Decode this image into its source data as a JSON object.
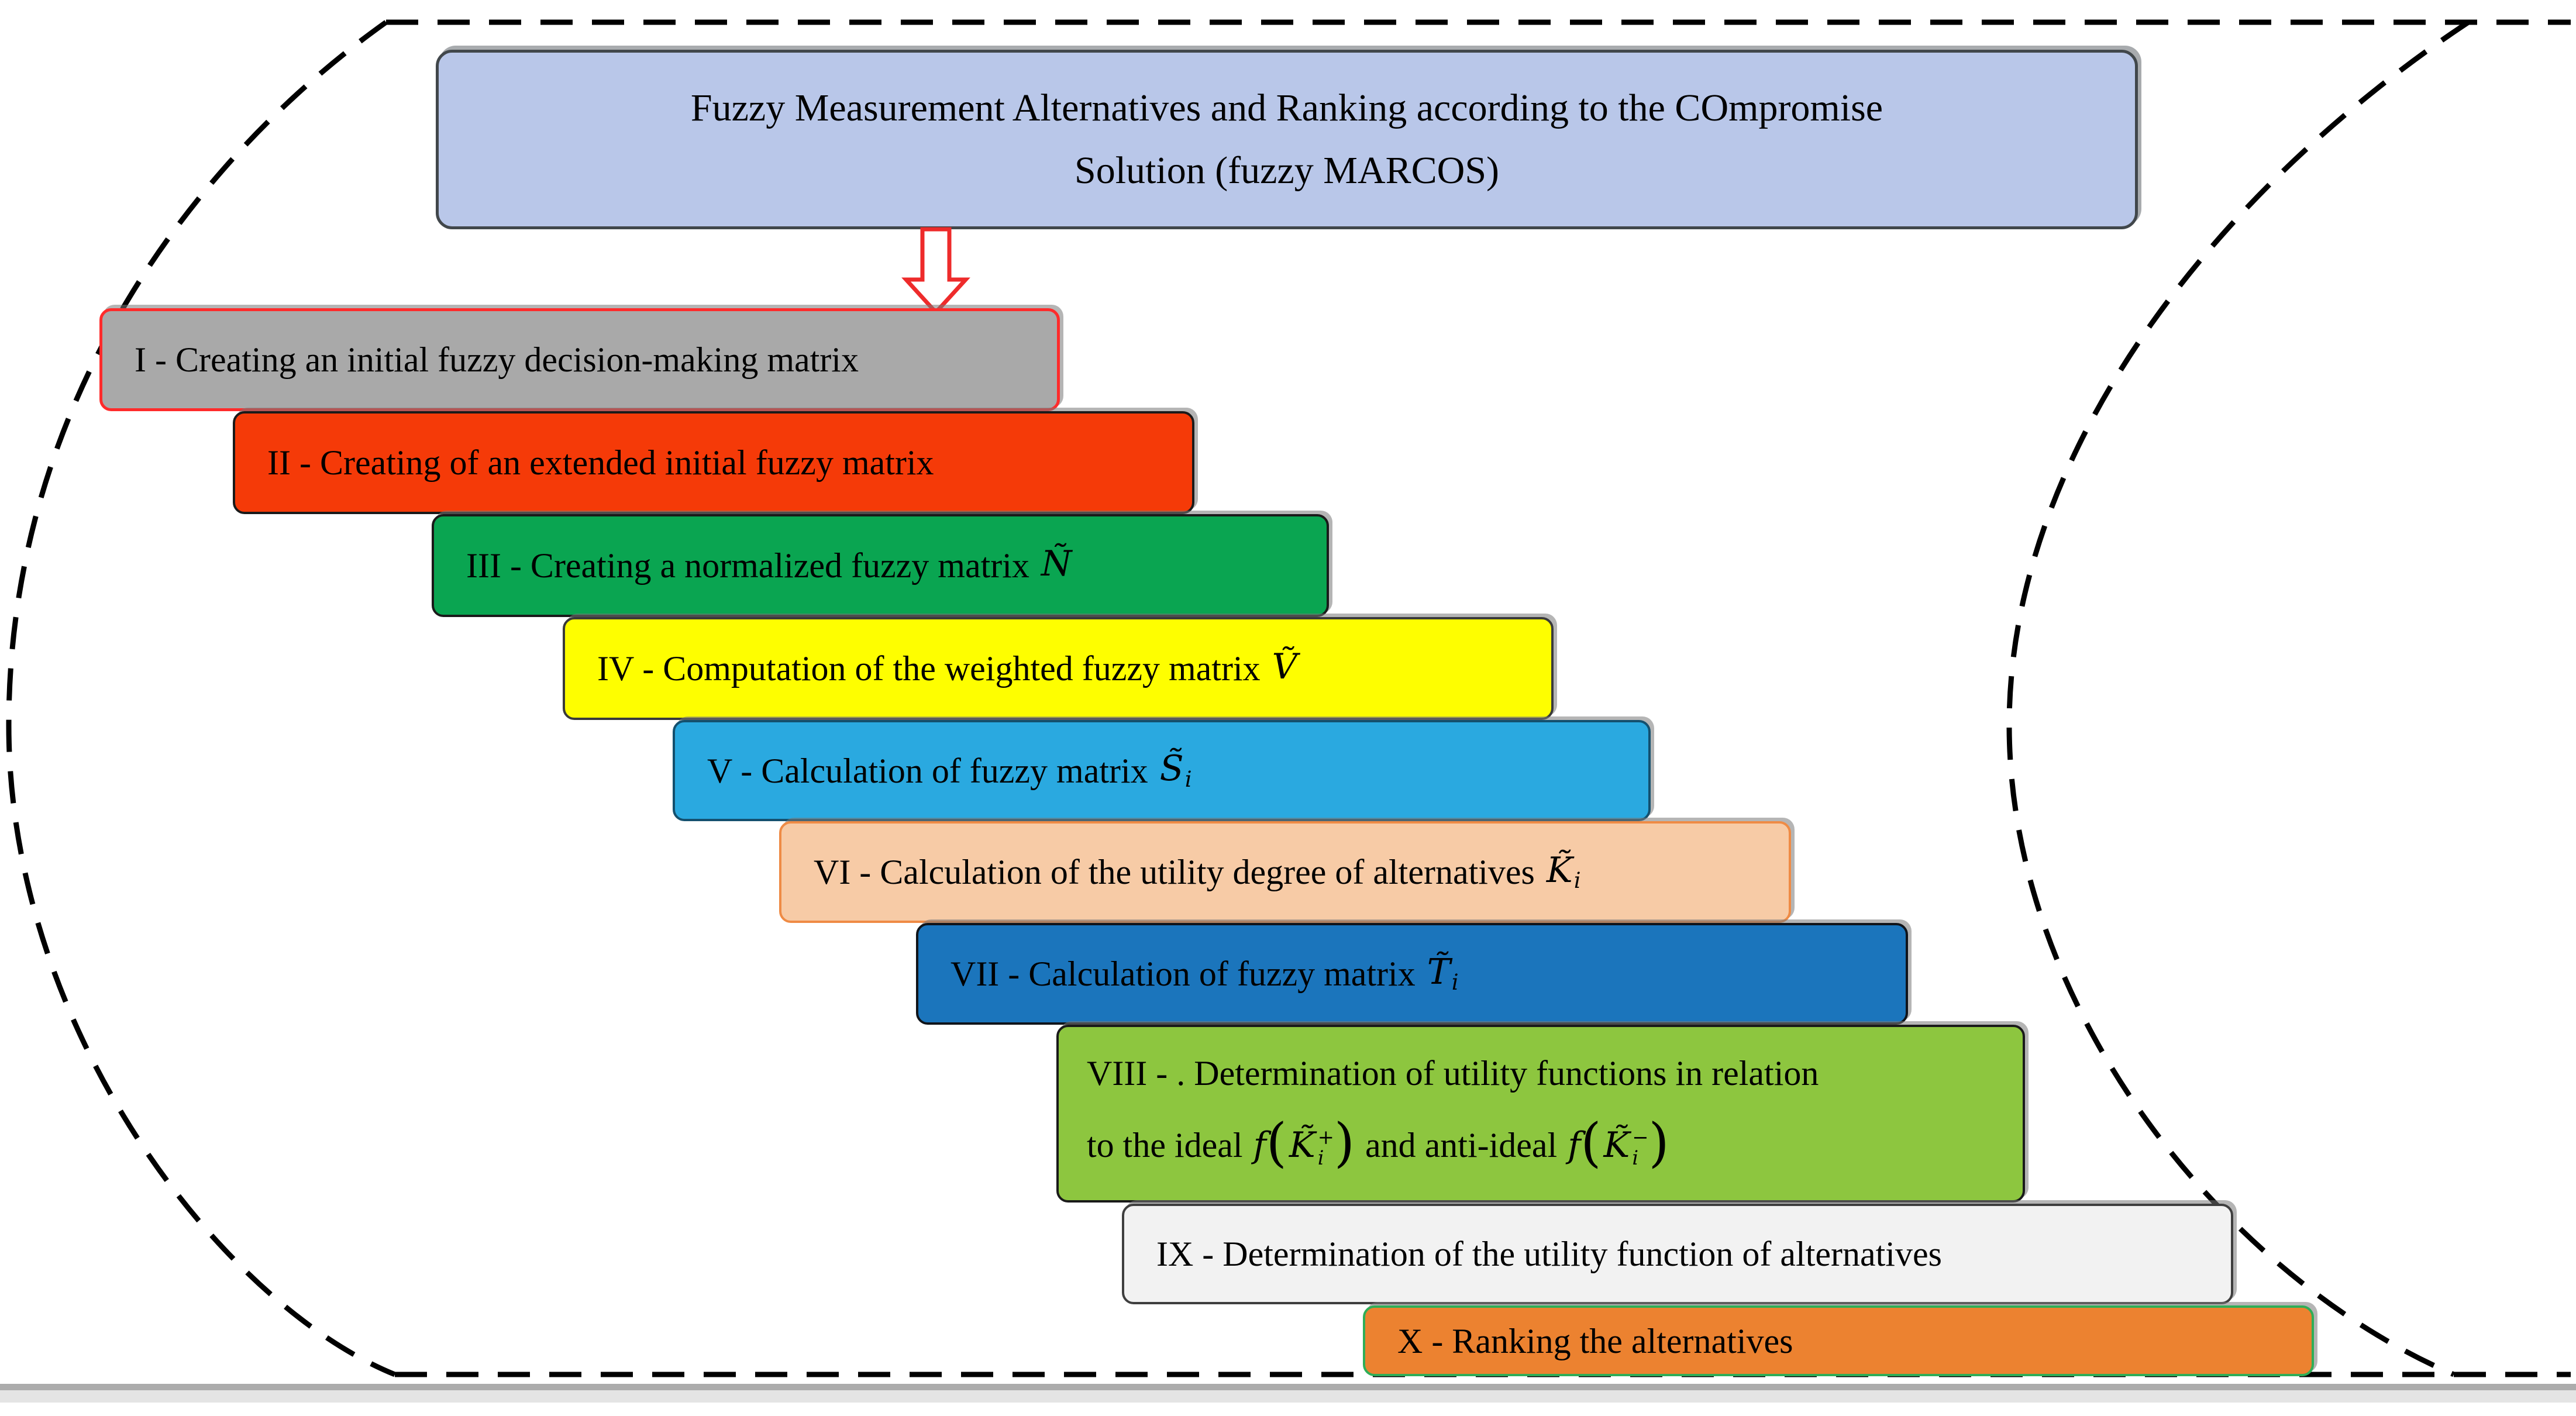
{
  "title": {
    "line1": "Fuzzy Measurement Alternatives and Ranking according to the COmpromise",
    "line2": "Solution (fuzzy MARCOS)",
    "fill": "#B9C7E9",
    "border": "#41474B"
  },
  "arrow": {
    "color": "#EE2B2B"
  },
  "boundary": {
    "color": "#000000",
    "style": "dashed"
  },
  "steps": [
    {
      "label": "I - Creating an initial fuzzy decision-making matrix",
      "fill": "#A9A9A9",
      "border": "#FF2B2B"
    },
    {
      "label": "II - Creating of an extended initial fuzzy matrix",
      "fill": "#F53A08",
      "border": "#1A1A1A"
    },
    {
      "label": "III - Creating a normalized fuzzy matrix",
      "symbol": {
        "base": "Ñ"
      },
      "fill": "#0AA551",
      "border": "#1A1A1A"
    },
    {
      "label": "IV - Computation of the weighted fuzzy matrix",
      "symbol": {
        "base": "Ṽ"
      },
      "fill": "#FEFE00",
      "border": "#3A3A3A"
    },
    {
      "label": "V - Calculation of fuzzy matrix",
      "symbol": {
        "base": "S̃",
        "sub": "i"
      },
      "fill": "#2AA9E0",
      "border": "#14506E"
    },
    {
      "label": "VI - Calculation of the utility degree of alternatives",
      "symbol": {
        "base": "K̃",
        "sub": "i"
      },
      "fill": "#F7CBA6",
      "border": "#EF8B45"
    },
    {
      "label": "VII - Calculation of fuzzy matrix",
      "symbol": {
        "base": "T̃",
        "sub": "i"
      },
      "fill": "#1B75BC",
      "border": "#10141A"
    },
    {
      "label": "VIII - . Determination of utility functions in relation",
      "line2_pre": "to the ideal",
      "f1": {
        "fn": "f",
        "open": "(",
        "base": "K̃",
        "sup": "+",
        "sub": "i",
        "close": ")"
      },
      "line2_mid": "and anti-ideal",
      "f2": {
        "fn": "f",
        "open": "(",
        "base": "K̃",
        "sup": "−",
        "sub": "i",
        "close": ")"
      },
      "fill": "#8DC63F",
      "border": "#1A1A1A"
    },
    {
      "label": "IX - Determination of the utility function of alternatives",
      "fill": "#F2F2F2",
      "border": "#3F3F3F"
    },
    {
      "label": "X - Ranking the alternatives",
      "fill": "#EC8230",
      "border": "#2FAE57"
    }
  ]
}
